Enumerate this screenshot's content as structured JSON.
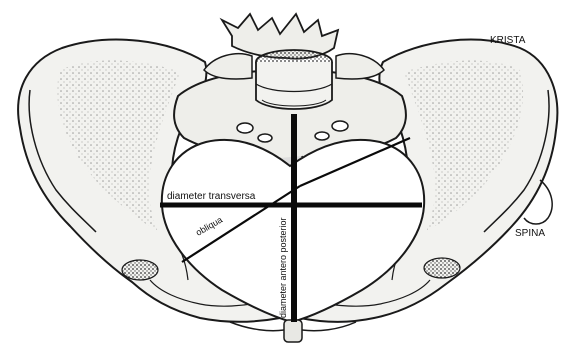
{
  "labels": {
    "krista": "KRISTA",
    "spina": "SPINA",
    "transversa": "diameter transversa",
    "obliqua": "obliqua",
    "antero_posterior": "diameter antero posterior"
  },
  "colors": {
    "background": "#ffffff",
    "bone_fill": "#f2f2ef",
    "stipple": "#555555",
    "outline": "#1a1a1a",
    "diameter_line": "#0a0a0a"
  }
}
